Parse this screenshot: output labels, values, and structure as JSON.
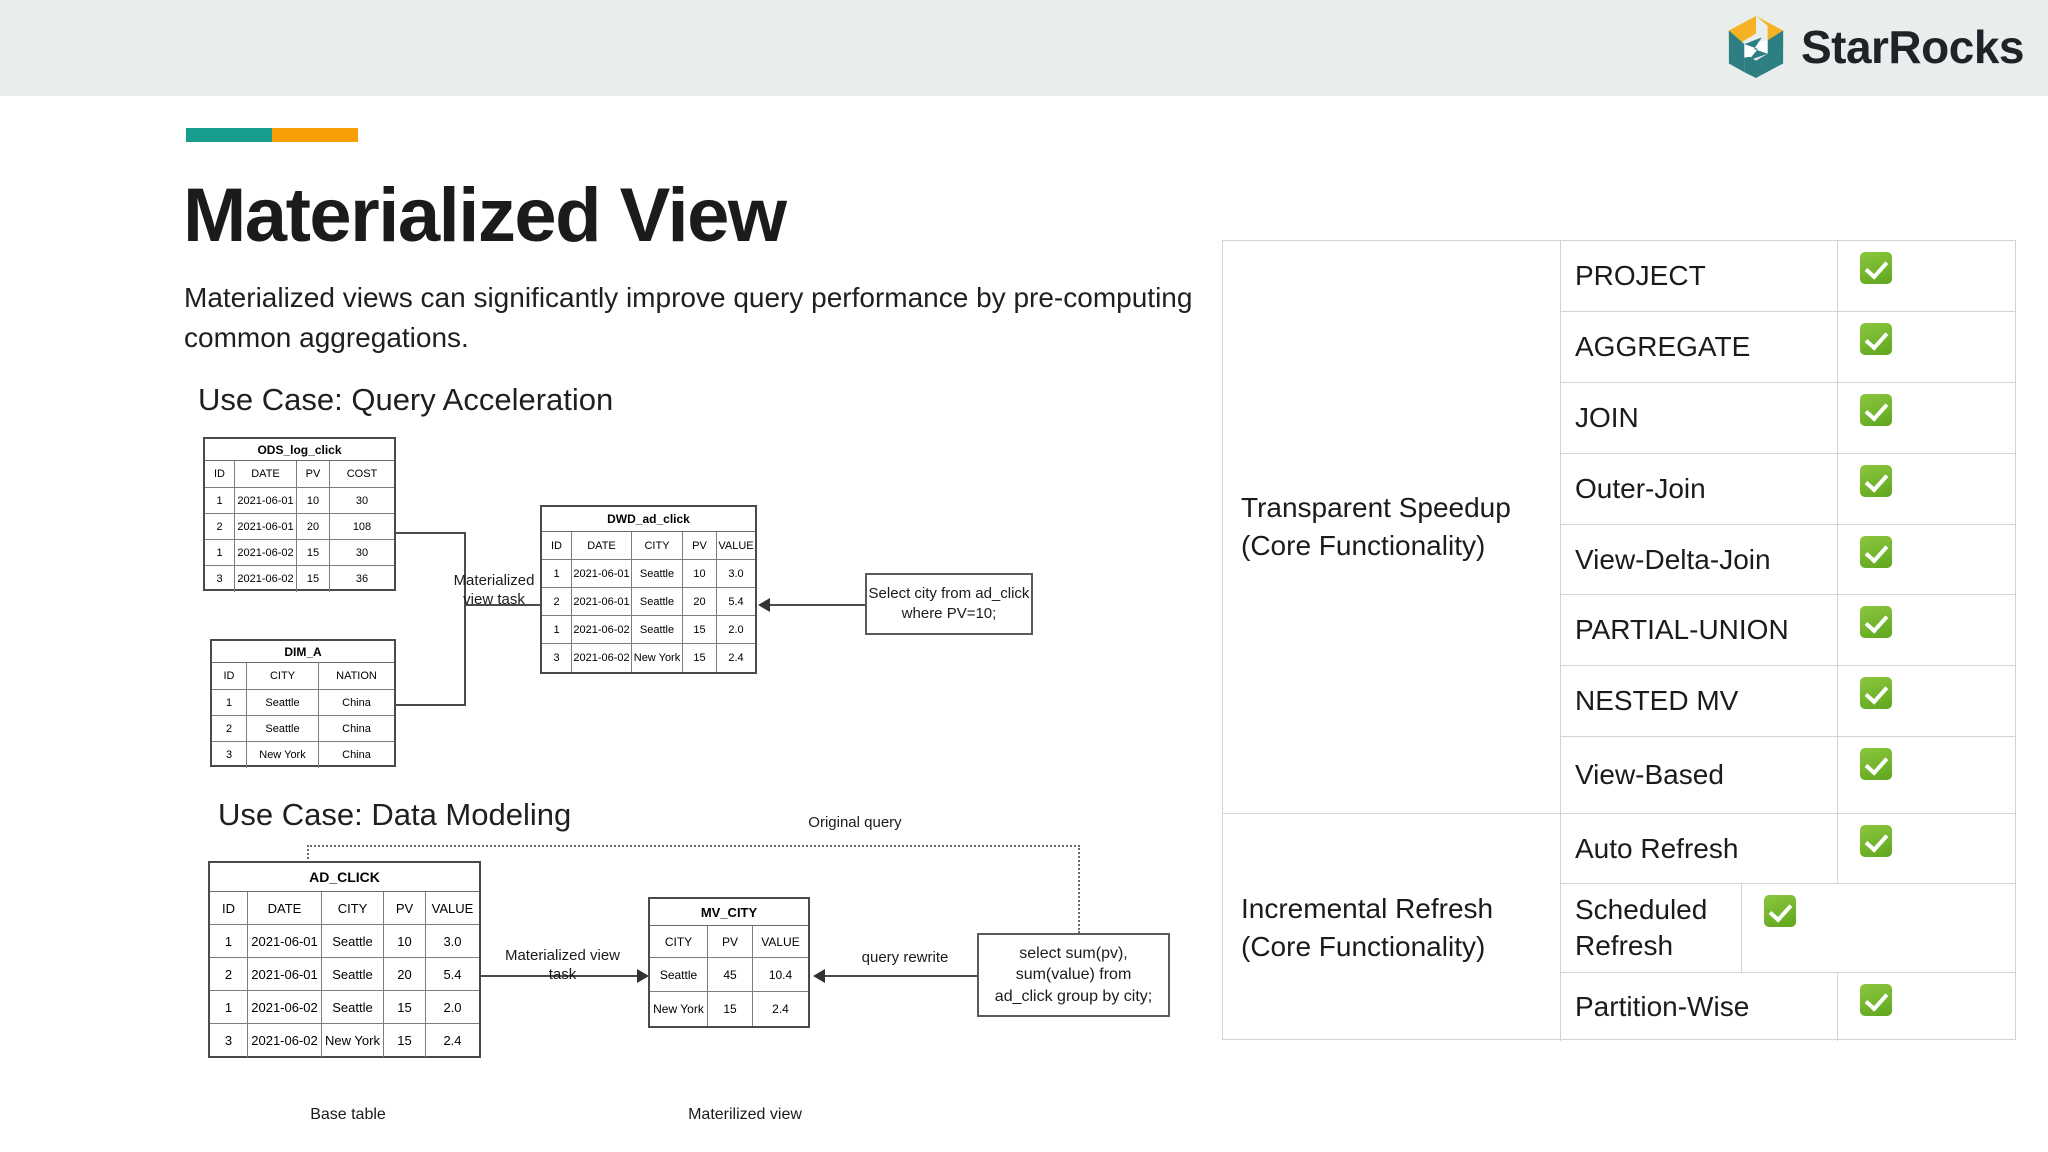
{
  "header": {
    "brand_name": "StarRocks",
    "logo_icon": "starrocks-hex-logo",
    "band_color": "#e9eeed",
    "accent_teal": "#189e8c",
    "accent_orange": "#f99d07"
  },
  "slide": {
    "title": "Materialized View",
    "subtitle": "Materialized views can significantly improve query performance by pre-computing common aggregations."
  },
  "usecase1": {
    "heading": "Use Case: Query Acceleration",
    "tables": {
      "ods": {
        "title": "ODS_log_click",
        "columns": [
          "ID",
          "DATE",
          "PV",
          "COST"
        ],
        "rows": [
          [
            "1",
            "2021-06-01",
            "10",
            "30"
          ],
          [
            "2",
            "2021-06-01",
            "20",
            "108"
          ],
          [
            "1",
            "2021-06-02",
            "15",
            "30"
          ],
          [
            "3",
            "2021-06-02",
            "15",
            "36"
          ]
        ]
      },
      "dim": {
        "title": "DIM_A",
        "columns": [
          "ID",
          "CITY",
          "NATION"
        ],
        "rows": [
          [
            "1",
            "Seattle",
            "China"
          ],
          [
            "2",
            "Seattle",
            "China"
          ],
          [
            "3",
            "New York",
            "China"
          ]
        ]
      },
      "dwd": {
        "title": "DWD_ad_click",
        "columns": [
          "ID",
          "DATE",
          "CITY",
          "PV",
          "VALUE"
        ],
        "rows": [
          [
            "1",
            "2021-06-01",
            "Seattle",
            "10",
            "3.0"
          ],
          [
            "2",
            "2021-06-01",
            "Seattle",
            "20",
            "5.4"
          ],
          [
            "1",
            "2021-06-02",
            "Seattle",
            "15",
            "2.0"
          ],
          [
            "3",
            "2021-06-02",
            "New York",
            "15",
            "2.4"
          ]
        ]
      }
    },
    "task_label_line1": "Materialized",
    "task_label_line2": "view task",
    "query_box_line1": "Select city from ad_click",
    "query_box_line2": "where PV=10;"
  },
  "usecase2": {
    "heading": "Use Case: Data Modeling",
    "original_query_label": "Original query",
    "query_rewrite_label": "query rewrite",
    "task_label": "Materialized view task",
    "caption_left": "Base table",
    "caption_right": "Materilized  view",
    "tables": {
      "adclick": {
        "title": "AD_CLICK",
        "columns": [
          "ID",
          "DATE",
          "CITY",
          "PV",
          "VALUE"
        ],
        "rows": [
          [
            "1",
            "2021-06-01",
            "Seattle",
            "10",
            "3.0"
          ],
          [
            "2",
            "2021-06-01",
            "Seattle",
            "20",
            "5.4"
          ],
          [
            "1",
            "2021-06-02",
            "Seattle",
            "15",
            "2.0"
          ],
          [
            "3",
            "2021-06-02",
            "New York",
            "15",
            "2.4"
          ]
        ]
      },
      "mvcity": {
        "title": "MV_CITY",
        "columns": [
          "CITY",
          "PV",
          "VALUE"
        ],
        "rows": [
          [
            "Seattle",
            "45",
            "10.4"
          ],
          [
            "New York",
            "15",
            "2.4"
          ]
        ]
      }
    },
    "sql_box_line1": "select sum(pv),",
    "sql_box_line2": "sum(value) from",
    "sql_box_line3": "ad_click group by city;"
  },
  "feature_table": {
    "check_icon": "green-check-icon",
    "check_color": "#72b52c",
    "groups": [
      {
        "name": "Transparent Speedup\n(Core Functionality)",
        "features": [
          {
            "label": "PROJECT",
            "supported": true
          },
          {
            "label": "AGGREGATE",
            "supported": true
          },
          {
            "label": "JOIN",
            "supported": true
          },
          {
            "label": "Outer-Join",
            "supported": true
          },
          {
            "label": "View-Delta-Join",
            "supported": true
          },
          {
            "label": "PARTIAL-UNION",
            "supported": true
          },
          {
            "label": "NESTED MV",
            "supported": true
          },
          {
            "label": "View-Based",
            "supported": true
          }
        ]
      },
      {
        "name": "Incremental Refresh\n(Core Functionality)",
        "features": [
          {
            "label": "Auto Refresh",
            "supported": true
          },
          {
            "label": "Scheduled Refresh",
            "supported": true
          },
          {
            "label": "Partition-Wise",
            "supported": true
          }
        ]
      }
    ]
  }
}
